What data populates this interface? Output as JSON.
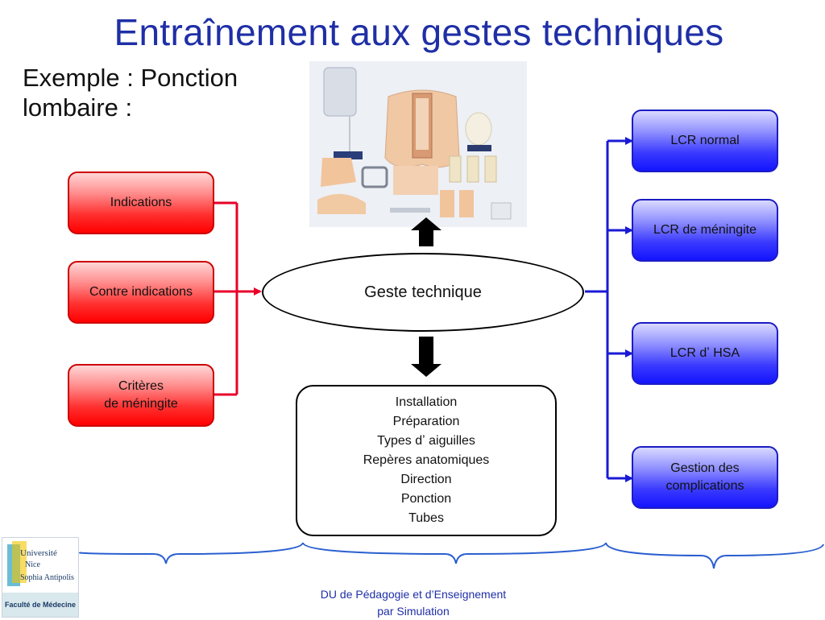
{
  "title": "Entraînement aux gestes techniques",
  "subtitle": {
    "line1": "Exemple : Ponction",
    "line2": "lombaire :"
  },
  "center": {
    "label": "Geste technique"
  },
  "left_boxes": [
    {
      "label": "Indications"
    },
    {
      "label": "Contre indications"
    },
    {
      "line1": "Critères",
      "line2": "de méningite"
    }
  ],
  "right_boxes": [
    {
      "label": "LCR normal"
    },
    {
      "label": "LCR de méningite"
    },
    {
      "label": "LCR dʼ HSA"
    },
    {
      "line1": "Gestion des",
      "line2": "complications"
    }
  ],
  "steps": [
    "Installation",
    "Préparation",
    "Types dʼ aiguilles",
    "Repères anatomiques",
    "Direction",
    "Ponction",
    "Tubes"
  ],
  "footer": {
    "line1": "DU de Pédagogie et d’Enseignement",
    "line2": "par Simulation"
  },
  "logo": {
    "line1": "Université",
    "line2": "Nice",
    "line3": "Sophia Antipolis",
    "faculty": "Faculté de Médecine"
  },
  "colors": {
    "title": "#1f2fa6",
    "red_box": "#ff0000",
    "blue_box": "#1414ff",
    "red_connector": "#e8002a",
    "blue_connector": "#1a1ad6",
    "brace": "#2a5fd0"
  }
}
